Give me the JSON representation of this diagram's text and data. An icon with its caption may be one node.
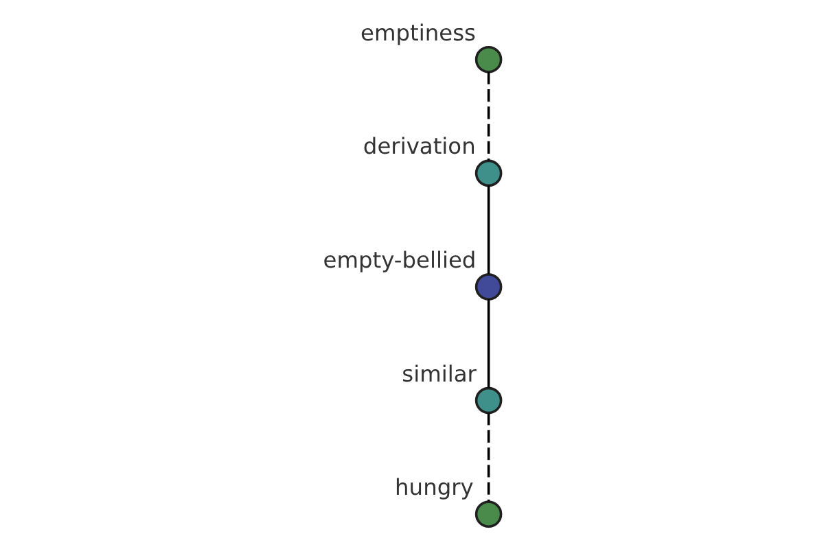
{
  "diagram": {
    "nodes": [
      {
        "text": [],
        "shape": "circle",
        "beside": [
          "emptiness"
        ]
      },
      {
        "text": [],
        "shape": "circle",
        "beside": [
          "derivation"
        ]
      },
      {
        "text": [],
        "shape": "circle",
        "beside": [
          "empty-bellied"
        ]
      },
      {
        "text": [],
        "shape": "circle",
        "beside": [
          "similar"
        ]
      },
      {
        "text": [],
        "shape": "circle",
        "beside": [
          "hungry"
        ]
      }
    ],
    "edges": [
      {
        "from": 0,
        "to": 1,
        "arrow": "none",
        "style": "dashed"
      },
      {
        "from": 1,
        "to": 2,
        "arrow": "none"
      },
      {
        "from": 2,
        "to": 3,
        "arrow": "none"
      },
      {
        "from": 3,
        "to": 4,
        "arrow": "none",
        "style": "dashed"
      }
    ]
  }
}
